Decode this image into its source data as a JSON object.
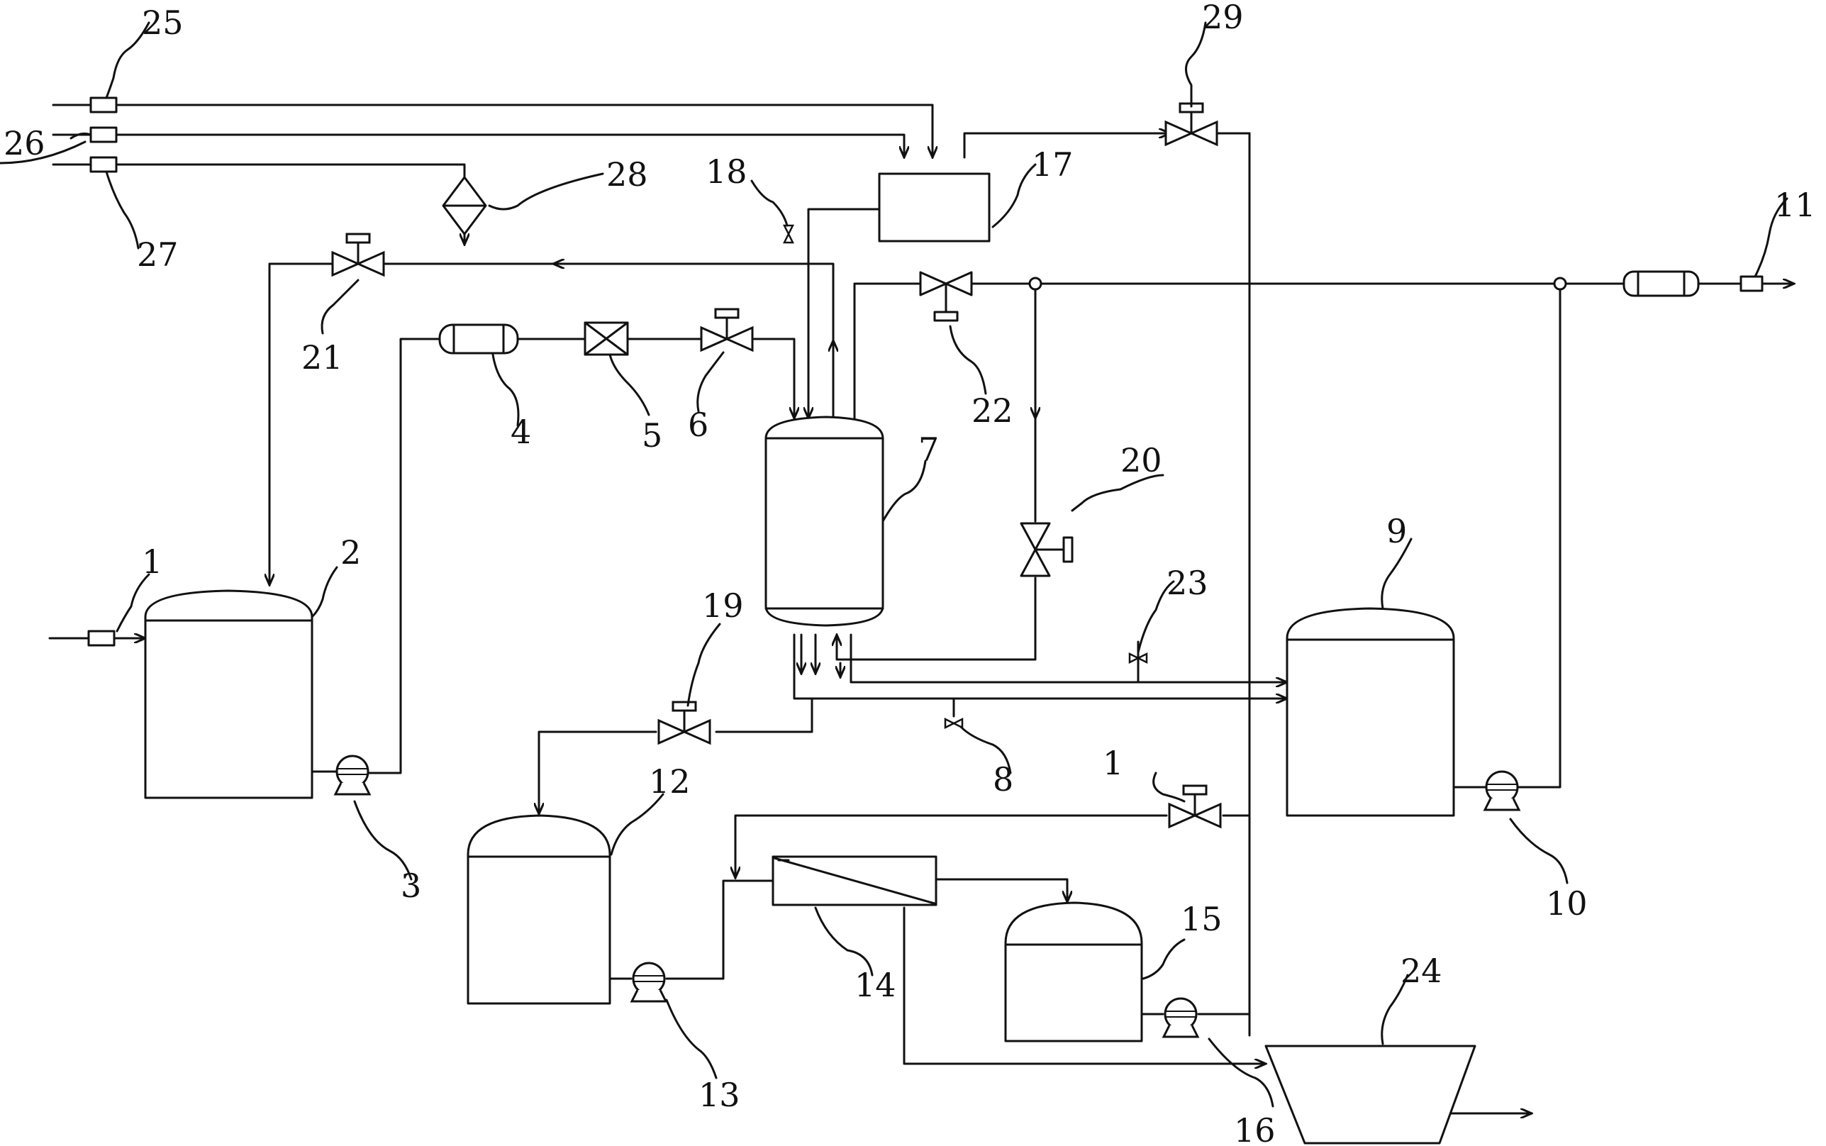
{
  "labels": {
    "l1a": "1",
    "l1b": "1",
    "l2": "2",
    "l3": "3",
    "l4": "4",
    "l5": "5",
    "l6": "6",
    "l7": "7",
    "l8": "8",
    "l9": "9",
    "l10": "10",
    "l11": "11",
    "l12": "12",
    "l13": "13",
    "l14": "14",
    "l15": "15",
    "l16": "16",
    "l17": "17",
    "l18": "18",
    "l19": "19",
    "l20": "20",
    "l21": "21",
    "l22": "22",
    "l23": "23",
    "l24": "24",
    "l25": "25",
    "l26": "26",
    "l27": "27",
    "l28": "28",
    "l29": "29"
  }
}
